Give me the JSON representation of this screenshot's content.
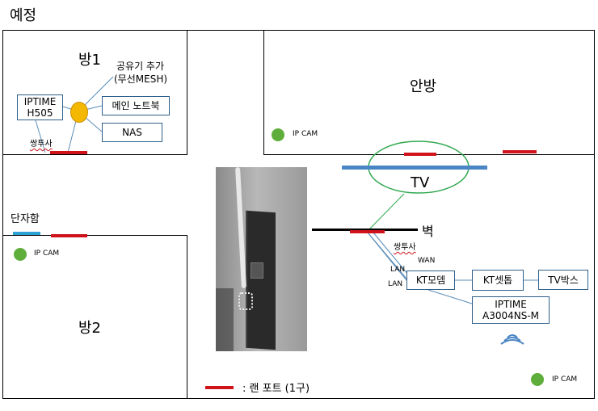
{
  "title": "예정",
  "rooms": {
    "room1": "방1",
    "room2": "방2",
    "master": "안방"
  },
  "room1_items": {
    "router_line1": "IPTIME",
    "router_line2": "H505",
    "ap_line1": "공유기 추가",
    "ap_line2": "(무선MESH)",
    "laptop": "메인 노트북",
    "nas": "NAS",
    "twisted": "쌍투사"
  },
  "terminal_box": "단자함",
  "ip_cam": "IP CAM",
  "tv": "TV",
  "wall": "벽",
  "network": {
    "twisted": "쌍투사",
    "wan": "WAN",
    "lan1": "LAN",
    "lan2": "LAN",
    "modem": "KT모뎀",
    "settop": "KT셋톱",
    "tvbox": "TV박스",
    "iptime_line1": "IPTIME",
    "iptime_line2": "A3004NS-M"
  },
  "legend": ": 랜 포트 (1구)",
  "colors": {
    "lan_port": "#d0121b",
    "line": "#5b8db8",
    "cam": "#5fae3b",
    "node": "#f5b800",
    "tv_ellipse": "#2fa84f",
    "tv_bar": "#4a86c5",
    "terminal": "#2ea0d8"
  }
}
